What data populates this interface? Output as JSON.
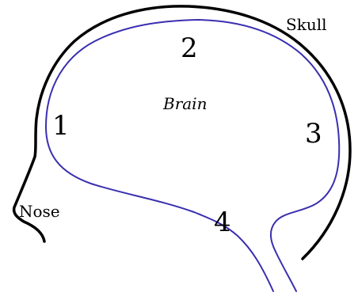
{
  "labels": {
    "skull": "Skull",
    "nose": "Nose",
    "brain": "Brain",
    "region_1": "1",
    "region_2": "2",
    "region_3": "3",
    "region_4": "4"
  },
  "colors": {
    "skull_outline": "#000000",
    "brain_outline": "#3a2fb0",
    "brain_label": "#3a2fb0",
    "text": "#000000",
    "background": "#ffffff"
  }
}
